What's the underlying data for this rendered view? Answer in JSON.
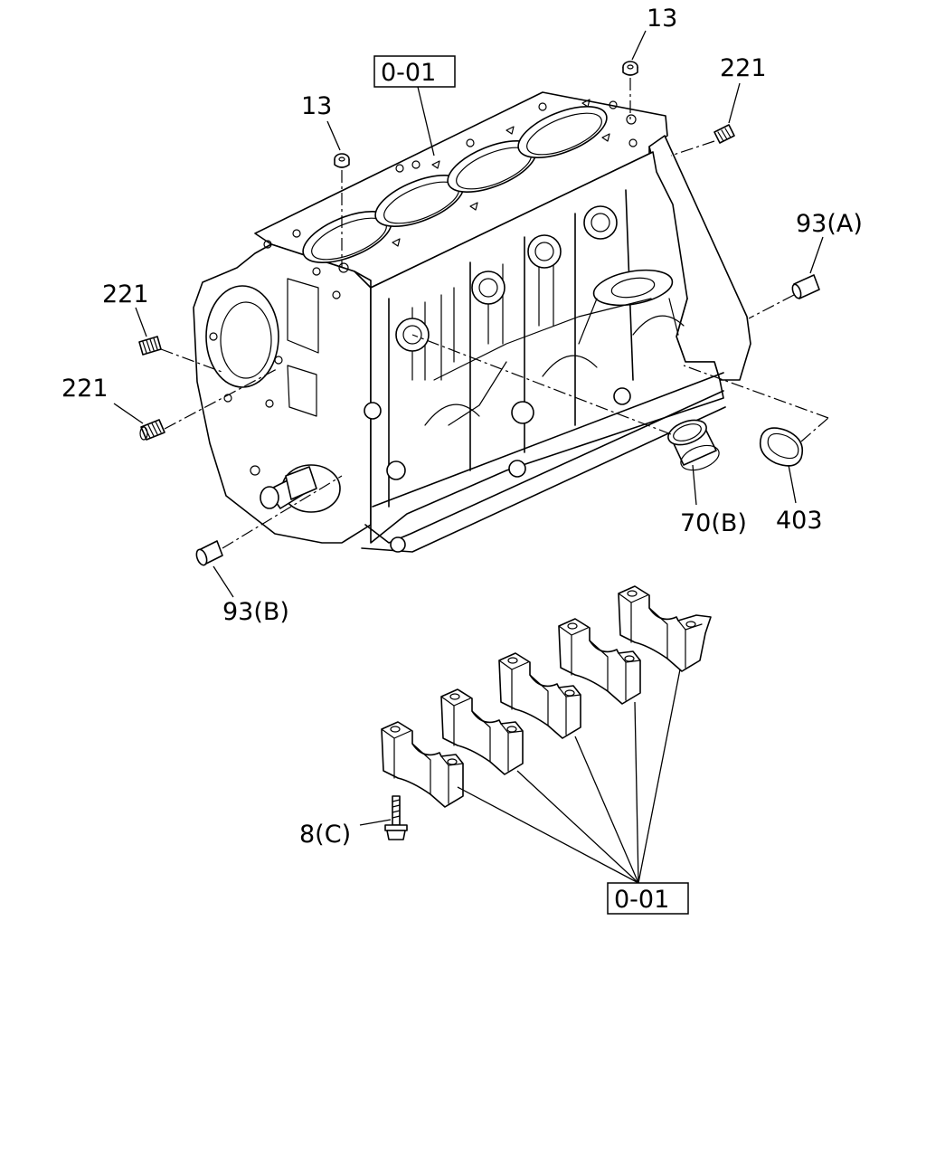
{
  "callouts": {
    "ref_top": "0-01",
    "ref_bottom": "0-01",
    "c13_left": "13",
    "c13_right": "13",
    "c221_top": "221",
    "c221_left_upper": "221",
    "c221_left_lower": "221",
    "c93a": "93(A)",
    "c93b": "93(B)",
    "c70b": "70(B)",
    "c403": "403",
    "c8c": "8(C)"
  }
}
